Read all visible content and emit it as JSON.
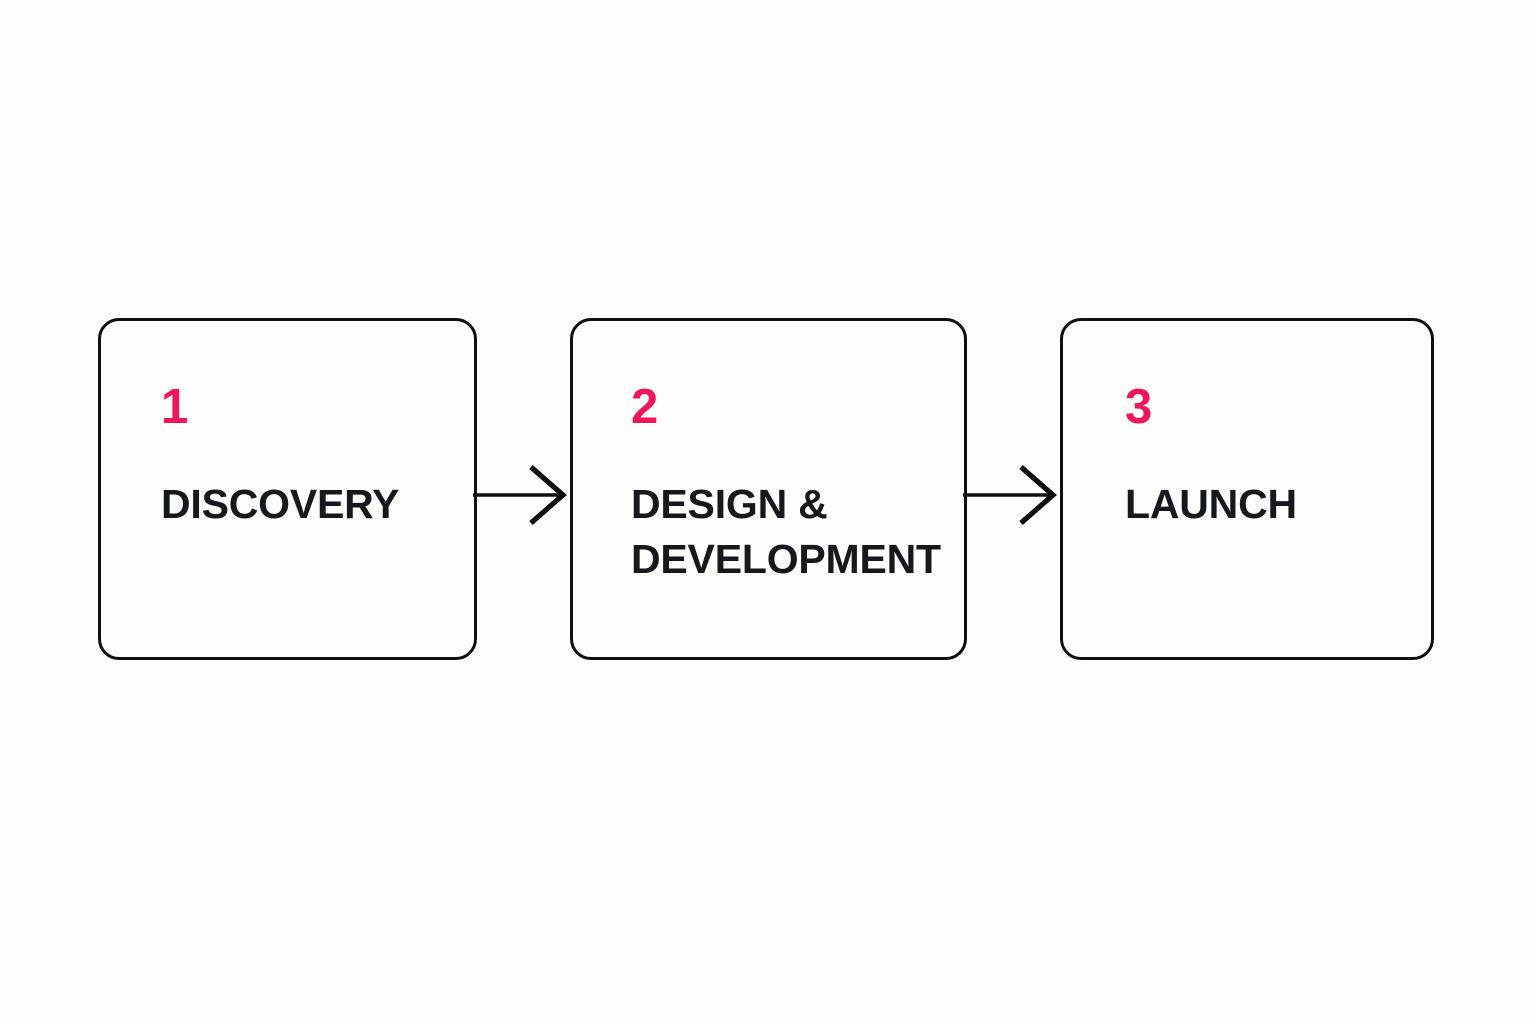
{
  "diagram": {
    "type": "process-flow",
    "orientation": "horizontal",
    "background_color": "#FDFDFC",
    "accent_color": "#F0145A",
    "text_color": "#15181C",
    "border_color": "#0D0F11",
    "steps": [
      {
        "number": "1",
        "label": "DISCOVERY"
      },
      {
        "number": "2",
        "label": "DESIGN &\nDEVELOPMENT"
      },
      {
        "number": "3",
        "label": "LAUNCH"
      }
    ],
    "connectors": [
      {
        "from": "1",
        "to": "2",
        "icon": "arrow-right-icon"
      },
      {
        "from": "2",
        "to": "3",
        "icon": "arrow-right-icon"
      }
    ]
  }
}
